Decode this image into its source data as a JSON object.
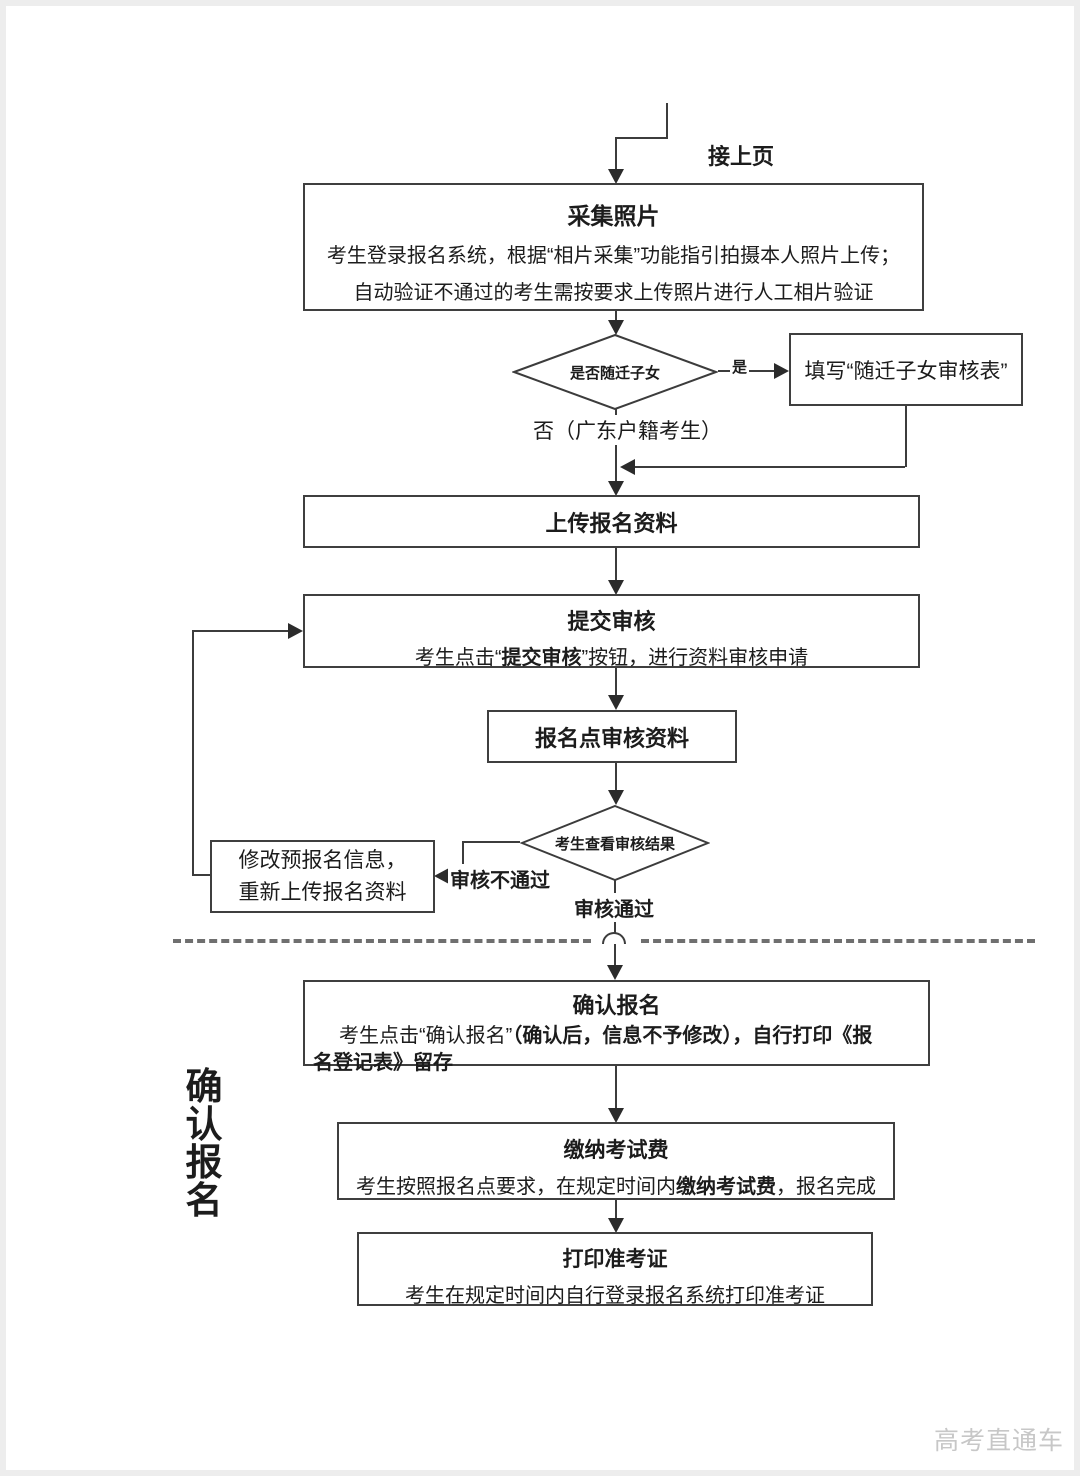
{
  "page": {
    "continuation_label": "接上页",
    "side_label_chars": [
      "确",
      "认",
      "报",
      "名"
    ],
    "watermark": "高考直通车"
  },
  "colors": {
    "line": "#3c3c3c",
    "dashed_divider": "#6f6f6f",
    "watermark_text": "#c7c7c7"
  },
  "labels": {
    "yes": "是",
    "no": "否（广东户籍考生）",
    "review_fail": "审核不通过",
    "review_pass": "审核通过"
  },
  "nodes": {
    "collect_photo": {
      "title": "采集照片",
      "line1": "考生登录报名系统，根据“相片采集”功能指引拍摄本人照片上传；",
      "line2": "自动验证不通过的考生需按要求上传照片进行人工相片验证"
    },
    "migrant_decision": {
      "label": "是否随迁子女"
    },
    "migrant_form": {
      "label": "填写“随迁子女审核表”"
    },
    "upload_materials": {
      "title": "上传报名资料"
    },
    "submit_review": {
      "title": "提交审核",
      "body_pre": "考生点击“",
      "body_bold": "提交审核",
      "body_post": "”按钮，进行资料审核申请"
    },
    "site_review": {
      "title": "报名点审核资料"
    },
    "result_decision": {
      "label": "考生查看审核结果"
    },
    "modify_info": {
      "line1": "修改预报名信息，",
      "line2": "重新上传报名资料"
    },
    "confirm_registration": {
      "title": "确认报名",
      "body_line1_normal": "考生点击“确认报名”",
      "body_line1_bold": "（确认后，信息不予修改），自行打印《报",
      "body_line2_bold": "名登记表》留存"
    },
    "pay_fee": {
      "title": "缴纳考试费",
      "body_pre": "考生按照报名点要求，在规定时间内",
      "body_bold": "缴纳考试费",
      "body_post": "，报名完成"
    },
    "print_ticket": {
      "title": "打印准考证",
      "body": "考生在规定时间内自行登录报名系统打印准考证"
    }
  }
}
